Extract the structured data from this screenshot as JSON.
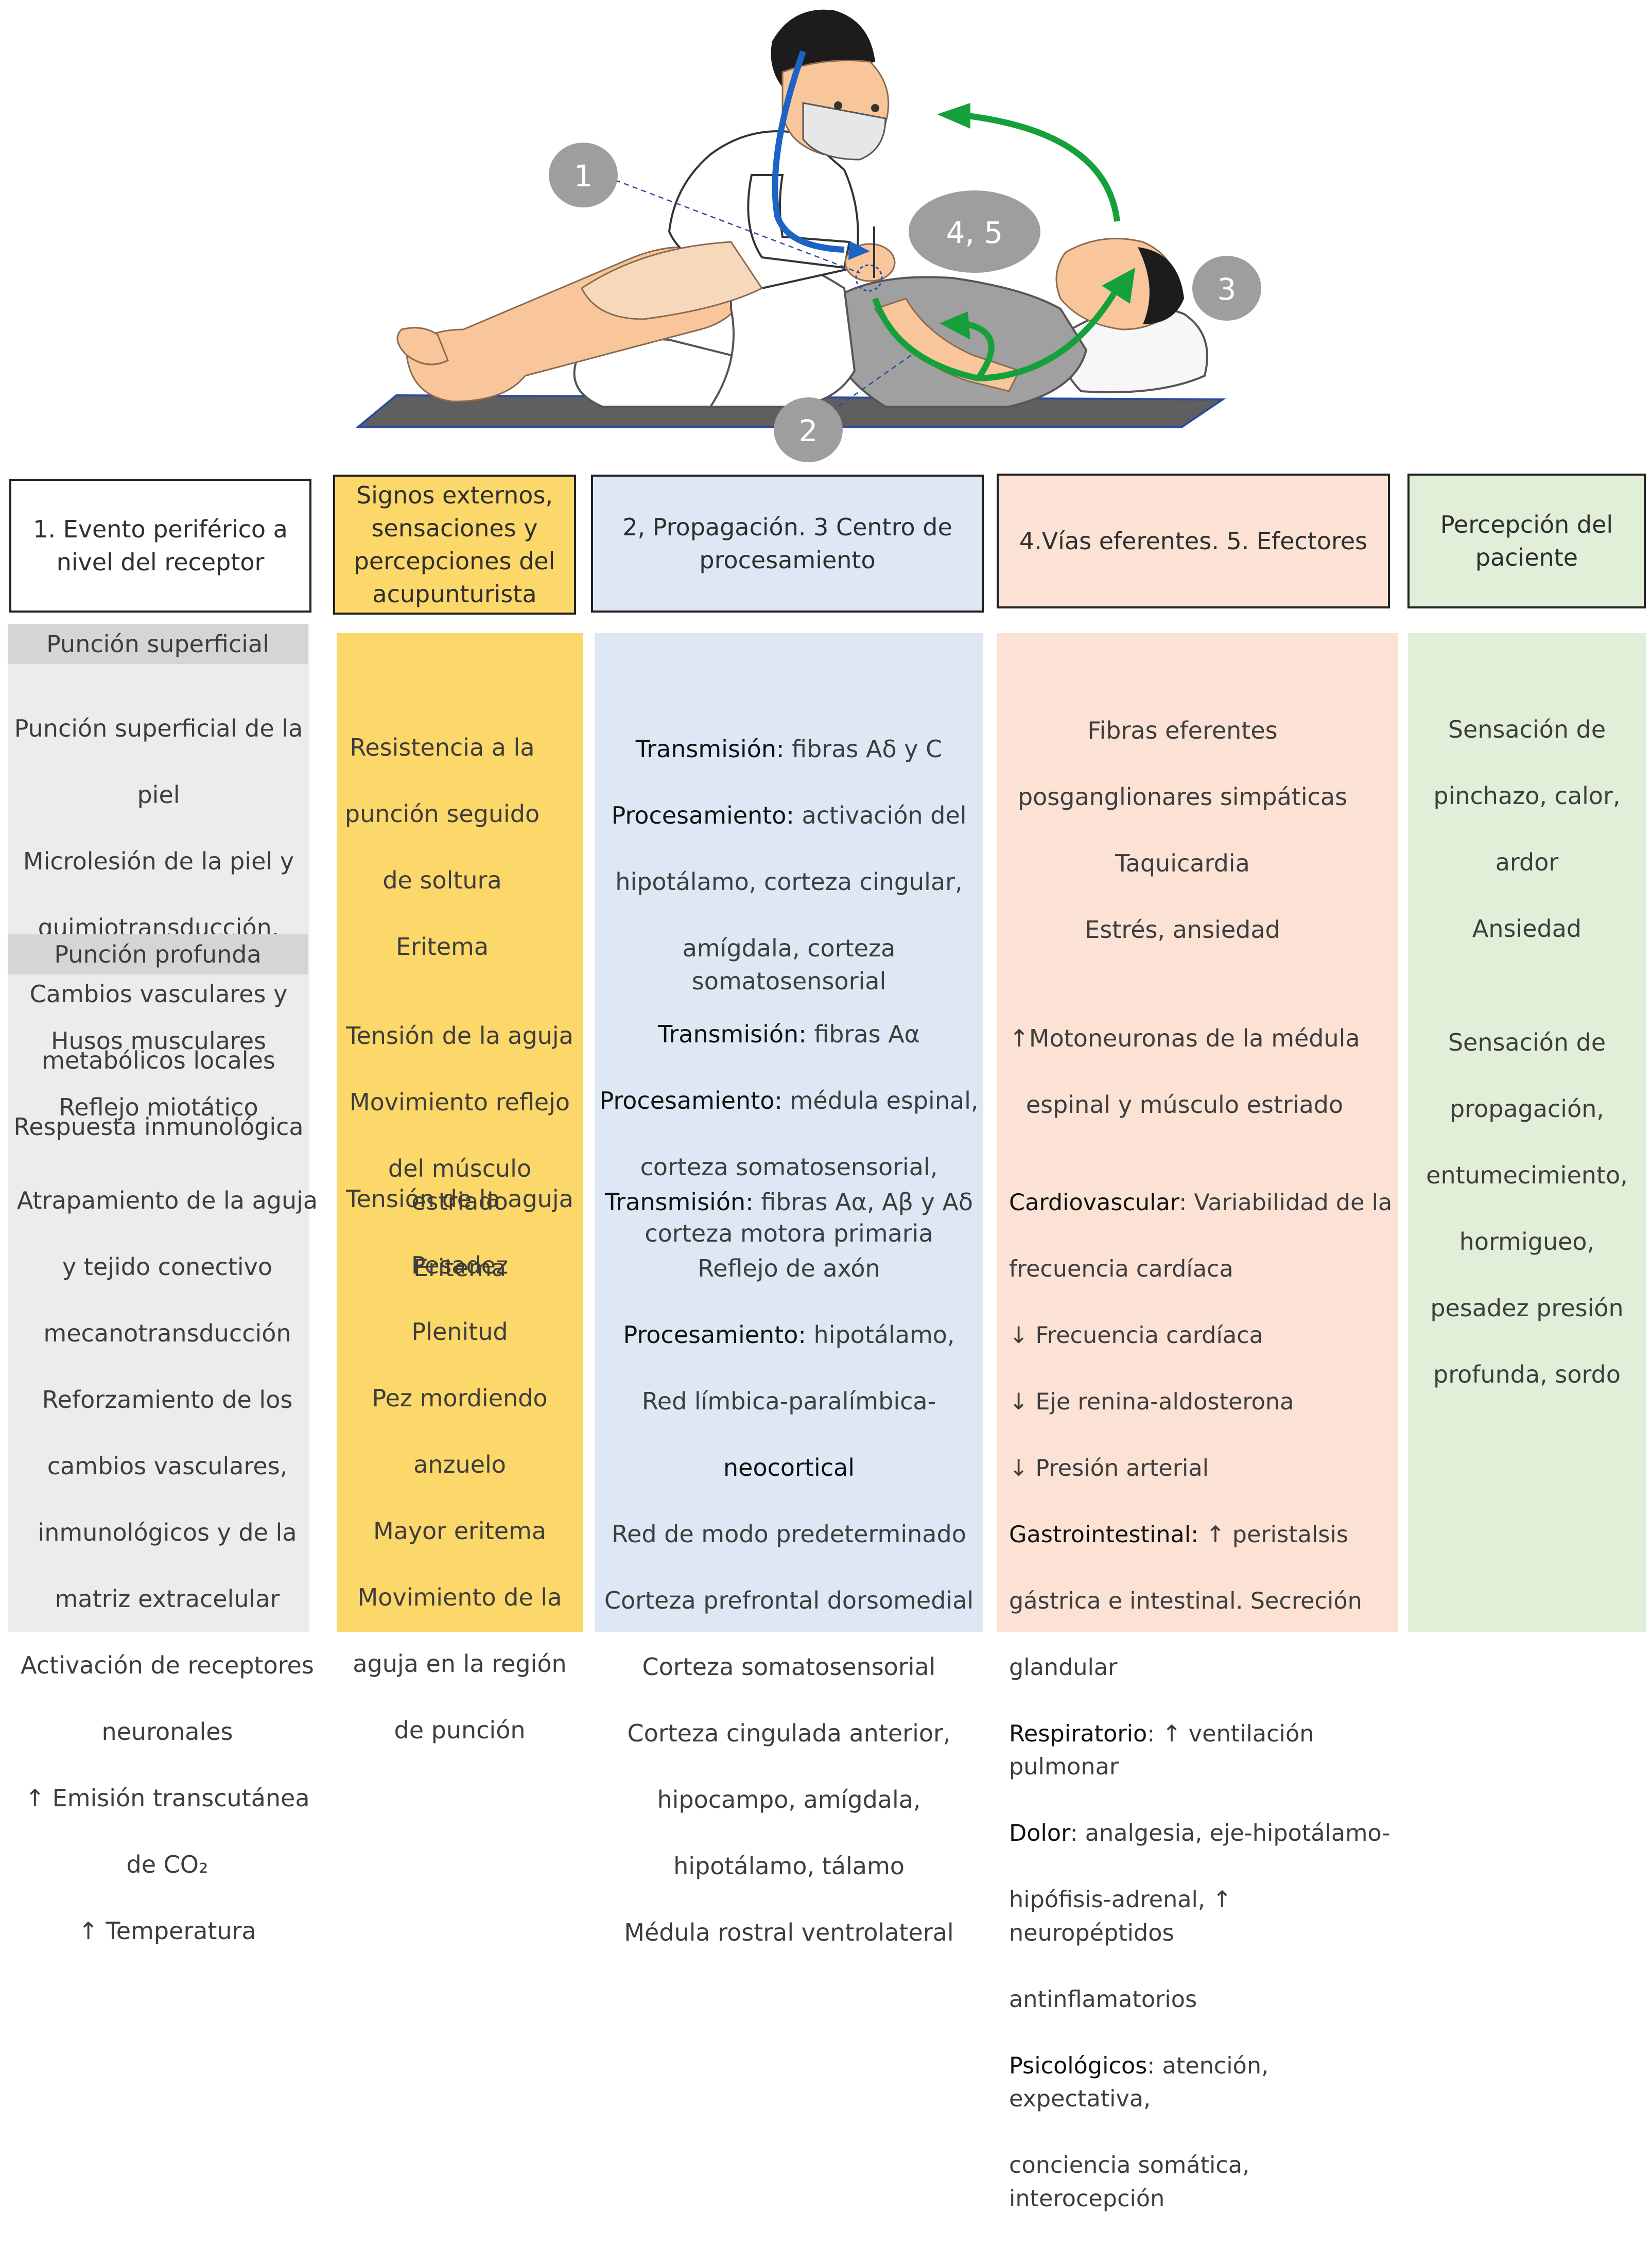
{
  "badges": {
    "b1": "1",
    "b45": "4, 5",
    "b3": "3",
    "b2": "2"
  },
  "colors": {
    "gray_bg": "#ececec",
    "yellow_bg": "#fcd769",
    "blue_bg": "#dde8f4",
    "peach_bg": "#fbe2d4",
    "green_bg": "#e1eed8",
    "arrow_green": "#15a03c",
    "arrow_blue": "#1b63c5"
  },
  "headers": {
    "h1": "1. Evento periférico a nivel del receptor",
    "h2": "Signos externos, sensaciones y percepciones del acupunturista",
    "h3": "2, Propagación. 3 Centro de procesamiento",
    "h4": "4.Vías eferentes. 5. Efectores",
    "h5": "Percepción del paciente"
  },
  "col1": {
    "superficial_label": "Punción superficial",
    "superficial_lines": [
      "Punción superficial de la",
      "piel",
      "Microlesión de la piel y",
      "quimiotransducción.",
      "Cambios vasculares y",
      "metabólicos locales",
      "Respuesta inmunológica"
    ],
    "profunda_label": "Punción profunda",
    "profunda_lines": [
      "Husos musculares",
      "Reflejo miotático"
    ],
    "third_lines": [
      "Atrapamiento de la aguja",
      "y tejido conectivo",
      "mecanotransducción",
      "Reforzamiento de los",
      "cambios vasculares,",
      "inmunológicos y de la",
      "matriz extracelular",
      "Activación de receptores",
      "neuronales",
      "↑ Emisión transcutánea",
      "de CO₂",
      "↑ Temperatura"
    ]
  },
  "col2": {
    "block1": [
      "Resistencia a la",
      "punción seguido",
      "de soltura",
      "Eritema"
    ],
    "block2": [
      "Tensión de la aguja",
      "Movimiento reflejo",
      "del músculo estriado",
      "Eritema"
    ],
    "block3": [
      "Tensión de la aguja",
      "Pesadez",
      "Plenitud",
      "Pez mordiendo",
      "anzuelo",
      "Mayor eritema",
      "Movimiento de la",
      "aguja en la región",
      "de punción"
    ]
  },
  "col3": {
    "b1_trans_label": "Transmisión:",
    "b1_trans_text": " fibras Aδ y C",
    "b1_proc_label": "Procesamiento:",
    "b1_proc_text": " activación del",
    "b1_rest": [
      "hipotálamo, corteza cingular,",
      "amígdala, corteza somatosensorial"
    ],
    "b2_trans_label": "Transmisión:",
    "b2_trans_text": " fibras Aα",
    "b2_proc_label": "Procesamiento:",
    "b2_proc_text": " médula espinal,",
    "b2_rest": [
      "corteza somatosensorial,",
      "corteza motora primaria"
    ],
    "b3_trans_label": "Transmisión:",
    "b3_trans_text": " fibras Aα, Aβ y Aδ",
    "b3_line2": "Reflejo de axón",
    "b3_proc_label": "Procesamiento:",
    "b3_proc_text": " hipotálamo,",
    "b3_rest": [
      "Red límbica-paralímbica-",
      "neocortical",
      "Red de modo predeterminado",
      "Corteza prefrontal dorsomedial",
      "Corteza somatosensorial",
      "Corteza cingulada anterior,",
      "hipocampo, amígdala,",
      "hipotálamo, tálamo",
      "Médula rostral ventrolateral"
    ]
  },
  "col4": {
    "block1": [
      "Fibras eferentes",
      "posganglionares simpáticas",
      "Taquicardia",
      "Estrés, ansiedad"
    ],
    "block2": [
      "↑Motoneuronas de la médula",
      "espinal y músculo estriado"
    ],
    "b3_cardio_label": "Cardiovascular",
    "b3_cardio_text": ": Variabilidad de la",
    "b3_l2": "frecuencia cardíaca",
    "b3_l3": "↓ Frecuencia cardíaca",
    "b3_l4": "↓ Eje renina-aldosterona",
    "b3_l5": "↓ Presión arterial",
    "b3_gastro_label": "Gastrointestinal:",
    "b3_gastro_text": " ↑ peristalsis",
    "b3_l7": "gástrica e intestinal. Secreción",
    "b3_l8": "glandular",
    "b3_resp_label": "Respiratorio",
    "b3_resp_text": ": ↑ ventilación pulmonar",
    "b3_dolor_label": "Dolor",
    "b3_dolor_text": ": analgesia, eje-hipotálamo-",
    "b3_l11": "hipófisis-adrenal, ↑ neuropéptidos",
    "b3_l12": "antinflamatorios",
    "b3_psico_label": "Psicológicos",
    "b3_psico_text": ": atención, expectativa,",
    "b3_l14": "conciencia somática, interocepción"
  },
  "col5": {
    "block1": [
      "Sensación de",
      "pinchazo, calor,",
      "ardor",
      "Ansiedad"
    ],
    "block2": [
      "Sensación de",
      "propagación,",
      "entumecimiento,",
      "hormigueo,",
      "pesadez presión",
      "profunda, sordo"
    ]
  }
}
